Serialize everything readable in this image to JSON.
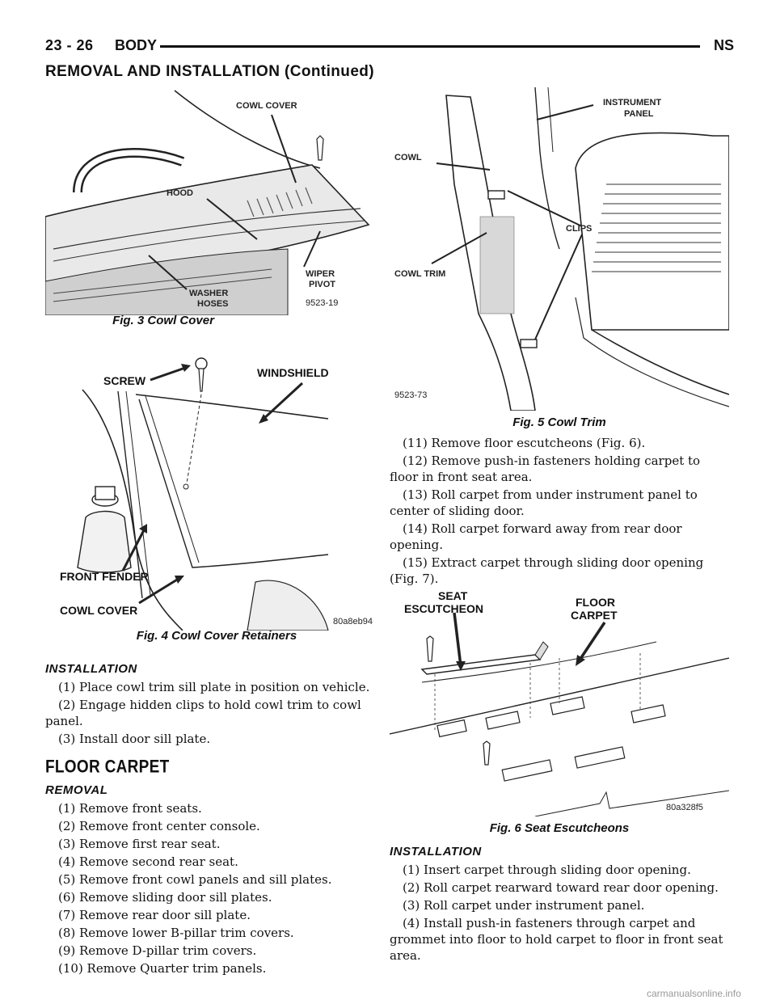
{
  "header": {
    "page_number": "23 - 26",
    "section": "BODY",
    "model": "NS",
    "continued": "REMOVAL AND INSTALLATION (Continued)"
  },
  "figures": {
    "fig3": {
      "caption": "Fig. 3 Cowl Cover",
      "code": "9523-19",
      "labels": {
        "cowl_cover": "COWL COVER",
        "hood": "HOOD",
        "wiper": "WIPER",
        "pivot": "PIVOT",
        "washer": "WASHER",
        "hoses": "HOSES"
      }
    },
    "fig4": {
      "caption": "Fig. 4 Cowl Cover Retainers",
      "code": "80a8eb94",
      "labels": {
        "screw": "SCREW",
        "windshield": "WINDSHIELD",
        "front_fender": "FRONT FENDER",
        "cowl_cover": "COWL COVER"
      }
    },
    "fig5": {
      "caption": "Fig. 5 Cowl Trim",
      "code": "9523-73",
      "labels": {
        "instrument": "INSTRUMENT",
        "panel": "PANEL",
        "cowl": "COWL",
        "clips": "CLIPS",
        "cowl_trim": "COWL TRIM"
      }
    },
    "fig6": {
      "caption": "Fig. 6 Seat Escutcheons",
      "code": "80a328f5",
      "labels": {
        "seat": "SEAT",
        "escutcheon": "ESCUTCHEON",
        "floor": "FLOOR",
        "carpet": "CARPET"
      }
    }
  },
  "left_text": {
    "install_heading": "INSTALLATION",
    "install_steps": [
      "(1) Place cowl trim sill plate in position on vehicle.",
      "(2) Engage hidden clips to hold cowl trim to cowl panel.",
      "(3) Install door sill plate."
    ],
    "main_heading": "FLOOR CARPET",
    "removal_heading": "REMOVAL",
    "removal_steps": [
      "(1) Remove front seats.",
      "(2) Remove front center console.",
      "(3) Remove first rear seat.",
      "(4) Remove second rear seat.",
      "(5) Remove front cowl panels and sill plates.",
      "(6) Remove sliding door sill plates.",
      "(7) Remove rear door sill plate.",
      "(8) Remove lower B-pillar trim covers.",
      "(9) Remove D-pillar trim covers.",
      "(10) Remove Quarter trim panels."
    ]
  },
  "right_text": {
    "removal_cont": [
      "(11) Remove floor escutcheons (Fig. 6).",
      "(12) Remove push-in fasteners holding carpet to floor in front seat area.",
      "(13) Roll carpet from under instrument panel to center of sliding door.",
      "(14) Roll carpet forward away from rear door opening.",
      "(15) Extract carpet through sliding door opening (Fig. 7)."
    ],
    "install_heading": "INSTALLATION",
    "install_steps": [
      "(1) Insert carpet through sliding door opening.",
      "(2) Roll carpet rearward toward rear door opening.",
      "(3) Roll carpet under instrument panel.",
      "(4) Install push-in fasteners through carpet and grommet into floor to hold carpet to floor in front seat area."
    ]
  },
  "watermark": "carmanualsonline.info"
}
